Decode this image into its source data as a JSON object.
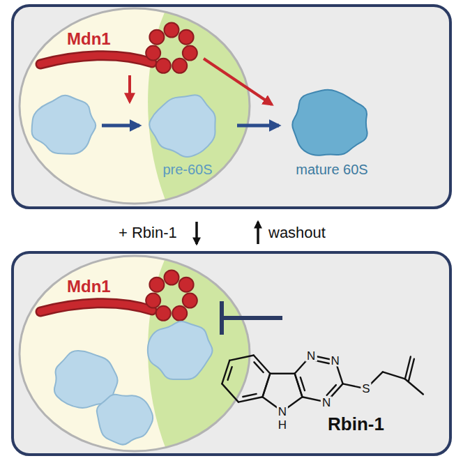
{
  "diagram": {
    "nodes": [
      {
        "text": [
          "pre-60S"
        ]
      },
      {
        "text": [
          "mature 60S"
        ]
      }
    ],
    "edges": [
      {
        "from": 0,
        "to": 1,
        "arrow": "to"
      }
    ],
    "labels": [
      "Mdn1",
      "+ Rbin-1",
      "washout",
      "Mdn1",
      "N",
      "N",
      "N",
      "S",
      "N",
      "H",
      "Rbin-1"
    ]
  }
}
